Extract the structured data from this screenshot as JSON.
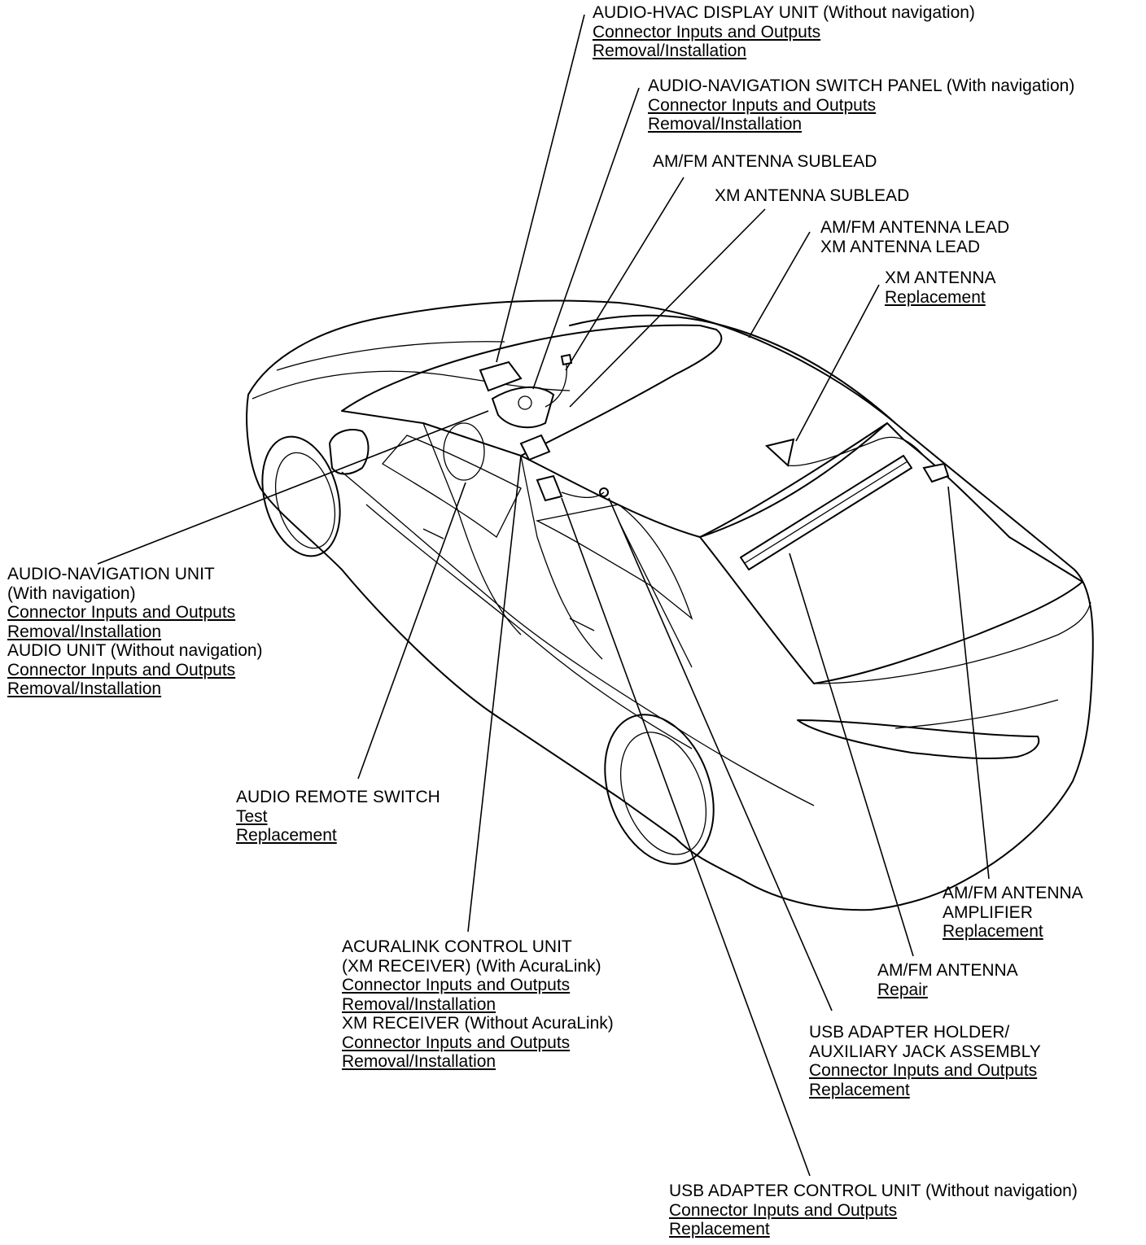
{
  "callouts": {
    "audio_hvac": {
      "title": "AUDIO-HVAC DISPLAY UNIT (Without navigation)",
      "links": [
        "Connector Inputs and Outputs",
        "Removal/Installation"
      ]
    },
    "audio_nav_switch": {
      "title": "AUDIO-NAVIGATION SWITCH PANEL (With navigation)",
      "links": [
        "Connector Inputs and Outputs",
        "Removal/Installation"
      ]
    },
    "amfm_sublead": {
      "title": "AM/FM ANTENNA SUBLEAD"
    },
    "xm_sublead": {
      "title": "XM ANTENNA SUBLEAD"
    },
    "antenna_leads": {
      "line1": "AM/FM ANTENNA LEAD",
      "line2": "XM ANTENNA LEAD"
    },
    "xm_antenna": {
      "title": "XM ANTENNA",
      "links": [
        "Replacement"
      ]
    },
    "audio_nav_unit": {
      "line1": "AUDIO-NAVIGATION UNIT",
      "line2": "(With navigation)",
      "links_a": [
        "Connector Inputs and Outputs",
        "Removal/Installation"
      ],
      "line3": "AUDIO UNIT (Without navigation)",
      "links_b": [
        "Connector Inputs and Outputs",
        "Removal/Installation"
      ]
    },
    "audio_remote": {
      "title": "AUDIO REMOTE SWITCH",
      "links": [
        "Test",
        "Replacement"
      ]
    },
    "acuralink": {
      "line1": "ACURALINK CONTROL UNIT",
      "line2": "(XM RECEIVER) (With AcuraLink)",
      "links_a": [
        "Connector Inputs and Outputs",
        "Removal/Installation"
      ],
      "line3": "XM RECEIVER (Without AcuraLink)",
      "links_b": [
        "Connector Inputs and Outputs",
        "Removal/Installation"
      ]
    },
    "amfm_amp": {
      "line1": "AM/FM ANTENNA",
      "line2": "AMPLIFIER",
      "links": [
        "Replacement"
      ]
    },
    "amfm_antenna": {
      "title": "AM/FM ANTENNA",
      "links": [
        "Repair"
      ]
    },
    "usb_holder": {
      "line1": "USB ADAPTER HOLDER/",
      "line2": "AUXILIARY JACK ASSEMBLY",
      "links": [
        "Connector Inputs and Outputs",
        "Replacement"
      ]
    },
    "usb_control": {
      "title": "USB ADAPTER CONTROL UNIT (Without navigation)",
      "links": [
        "Connector Inputs and Outputs",
        "Replacement"
      ]
    }
  }
}
